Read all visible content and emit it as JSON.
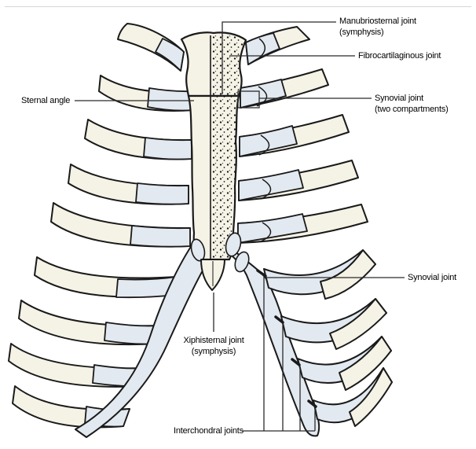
{
  "colors": {
    "bone": "#f5f2e6",
    "cartilage": "#e2e9f0",
    "outline": "#1a1a1a",
    "leader": "#2b2b2b",
    "background": "#ffffff",
    "stipple": "#111111"
  },
  "labels": {
    "manubriosternal": {
      "line1": "Manubriosternal joint",
      "line2": "(symphysis)"
    },
    "fibrocartilaginous": {
      "text": "Fibrocartilaginous joint"
    },
    "sternal_angle": {
      "text": "Sternal angle"
    },
    "synovial_two_compartments": {
      "line1": "Synovial joint",
      "line2": "(two compartments)"
    },
    "synovial": {
      "text": "Synovial joint"
    },
    "xiphisternal": {
      "line1": "Xiphisternal joint",
      "line2": "(symphysis)"
    },
    "interchondral": {
      "text": "Interchondral joints"
    }
  }
}
